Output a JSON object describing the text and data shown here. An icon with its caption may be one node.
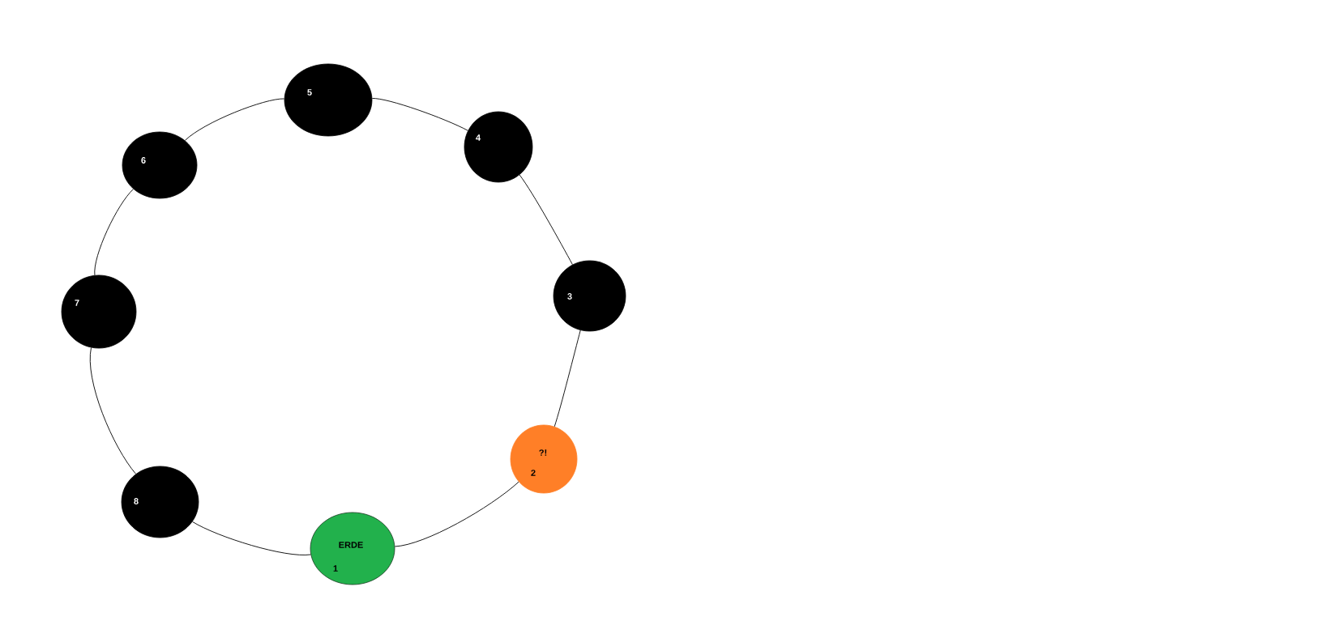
{
  "diagram": {
    "nodes": [
      {
        "text": [
          "ERDE",
          "1"
        ]
      },
      {
        "text": [
          "?!",
          "2"
        ]
      },
      {
        "text": [
          "3"
        ]
      },
      {
        "text": [
          "4"
        ]
      },
      {
        "text": [
          "5"
        ]
      },
      {
        "text": [
          "6"
        ]
      },
      {
        "text": [
          "7"
        ]
      },
      {
        "text": [
          "8"
        ]
      }
    ],
    "edges": [
      {
        "from": 0,
        "to": 1,
        "arrow": "none"
      },
      {
        "from": 1,
        "to": 2,
        "arrow": "none"
      },
      {
        "from": 2,
        "to": 3,
        "arrow": "none"
      },
      {
        "from": 3,
        "to": 4,
        "arrow": "none"
      },
      {
        "from": 4,
        "to": 5,
        "arrow": "none"
      },
      {
        "from": 5,
        "to": 6,
        "arrow": "none"
      },
      {
        "from": 6,
        "to": 7,
        "arrow": "none"
      },
      {
        "from": 7,
        "to": 0,
        "arrow": "none"
      }
    ]
  }
}
